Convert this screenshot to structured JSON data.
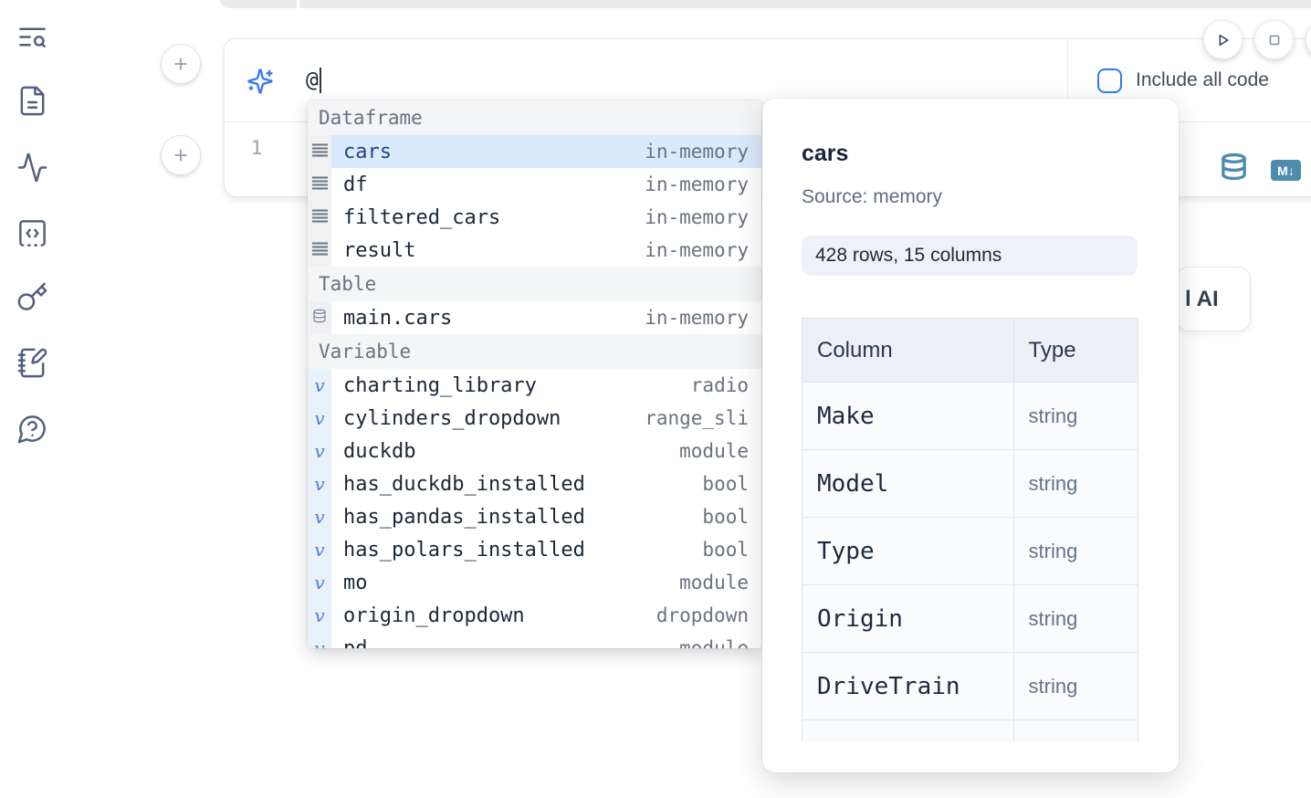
{
  "colors": {
    "accent_blue": "#2f7cf6",
    "steel_blue": "#4e8cae",
    "selection_blue": "#d9eafb",
    "icon_slate": "#53607b"
  },
  "add_button_glyph": "+",
  "markdown_icon_label": "M↓",
  "ai_panel": {
    "typed": "@",
    "include_label": "Include all code"
  },
  "code_cell": {
    "line": "1"
  },
  "autocomplete": {
    "variable_glyph": "v",
    "sections": [
      {
        "label": "Dataframe",
        "items": [
          {
            "name": "cars",
            "type": "in-memory"
          },
          {
            "name": "df",
            "type": "in-memory"
          },
          {
            "name": "filtered_cars",
            "type": "in-memory"
          },
          {
            "name": "result",
            "type": "in-memory"
          }
        ]
      },
      {
        "label": "Table",
        "items": [
          {
            "name": "main.cars",
            "type": "in-memory"
          }
        ]
      },
      {
        "label": "Variable",
        "items": [
          {
            "name": "charting_library",
            "type": "radio"
          },
          {
            "name": "cylinders_dropdown",
            "type": "range_sli"
          },
          {
            "name": "duckdb",
            "type": "module"
          },
          {
            "name": "has_duckdb_installed",
            "type": "bool"
          },
          {
            "name": "has_pandas_installed",
            "type": "bool"
          },
          {
            "name": "has_polars_installed",
            "type": "bool"
          },
          {
            "name": "mo",
            "type": "module"
          },
          {
            "name": "origin_dropdown",
            "type": "dropdown"
          },
          {
            "name": "pd",
            "type": "module"
          }
        ]
      }
    ]
  },
  "popup": {
    "title": "cars",
    "source_label": "Source: memory",
    "shape_badge": "428 rows, 15 columns",
    "table": {
      "col_header": "Column",
      "type_header": "Type",
      "rows": [
        {
          "column": "Make",
          "type": "string"
        },
        {
          "column": "Model",
          "type": "string"
        },
        {
          "column": "Type",
          "type": "string"
        },
        {
          "column": "Origin",
          "type": "string"
        },
        {
          "column": "DriveTrain",
          "type": "string"
        }
      ]
    }
  },
  "ai_button": {
    "clipped_text": "l",
    "label": "AI"
  }
}
